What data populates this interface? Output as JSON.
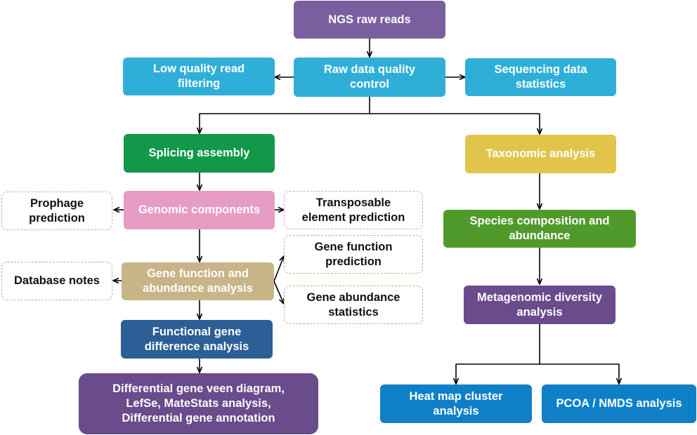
{
  "colors": {
    "purple": "#7a5f9e",
    "purple_dark": "#6a4b8b",
    "blue_light": "#2fafd8",
    "green_dark": "#129848",
    "green_mid": "#4f9a2b",
    "yellow": "#e1c54b",
    "pink": "#e79cc4",
    "tan": "#c7b588",
    "navy": "#2b5f95",
    "blue": "#0f80c8",
    "dash_pink": "#e79cc4",
    "dash_tan": "#b7b585",
    "line": "#000000"
  },
  "nodes": {
    "ngs_raw_reads": "NGS raw reads",
    "raw_qc": "Raw data quality\ncontrol",
    "low_quality_filter": "Low quality read\nfiltering",
    "seq_stats": "Sequencing data\nstatistics",
    "splicing_assembly": "Splicing assembly",
    "taxonomic_analysis": "Taxonomic analysis",
    "genomic_components": "Genomic components",
    "prophage": "Prophage\nprediction",
    "transposable": "Transposable\nelement prediction",
    "gene_function_abundance": "Gene function and\nabundance analysis",
    "database_notes": "Database notes",
    "gene_function_prediction": "Gene function\nprediction",
    "gene_abundance_stats": "Gene abundance\nstatistics",
    "functional_gene_diff": "Functional gene\ndifference analysis",
    "differential_gene": "Differential gene veen diagram,\nLefSe, MateStats analysis,\nDifferential gene annotation",
    "species_composition": "Species composition and\nabundance",
    "metagenomic_diversity": "Metagenomic diversity\nanalysis",
    "heat_map": "Heat map cluster\nanalysis",
    "pcoa": "PCOA / NMDS analysis"
  }
}
